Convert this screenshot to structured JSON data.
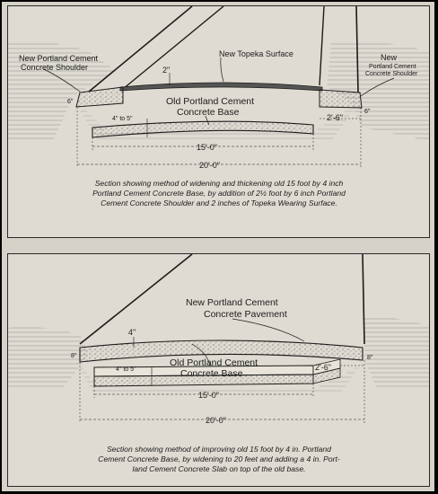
{
  "top": {
    "labels": {
      "shoulder_left": [
        "New Portland Cement",
        "Concrete Shoulder"
      ],
      "shoulder_right": [
        "New",
        "Portland Cement",
        "Concrete Shoulder"
      ],
      "surface": "New Topeka Surface",
      "base": [
        "Old Portland Cement",
        "Concrete Base"
      ]
    },
    "dimensions": {
      "topeka": "2\"",
      "base_thickness": "4\" to 5\"",
      "shoulder_width": "2'-6\"",
      "left_depth": "6\"",
      "right_depth": "6\"",
      "base_width": "15'-0\"",
      "total_width": "20'-0\""
    },
    "caption": [
      "Section showing method of widening and thickening old 15 foot by 4 inch",
      "Portland Cement Concrete Base, by addition of 2½ foot by 6 inch Portland",
      "Cement Concrete Shoulder and 2 inches of Topeka Wearing Surface."
    ]
  },
  "bottom": {
    "labels": {
      "pavement": [
        "New Portland Cement",
        "Concrete Pavement"
      ],
      "base": [
        "Old Portland Cement",
        "Concrete Base"
      ]
    },
    "dimensions": {
      "slab": "4\"",
      "base_thickness": "4\" to 5\"",
      "shoulder_width": "2'-6\"",
      "left_depth": "8\"",
      "right_depth": "8\"",
      "base_width": "15'-0\"",
      "total_width": "20'-0\""
    },
    "caption": [
      "Section showing method of improving old 15 foot by 4 in. Portland",
      "Cement Concrete Base, by widening to 20 feet and adding a 4 in. Port-",
      "land Cement Concrete Slab on top of the old base."
    ]
  }
}
